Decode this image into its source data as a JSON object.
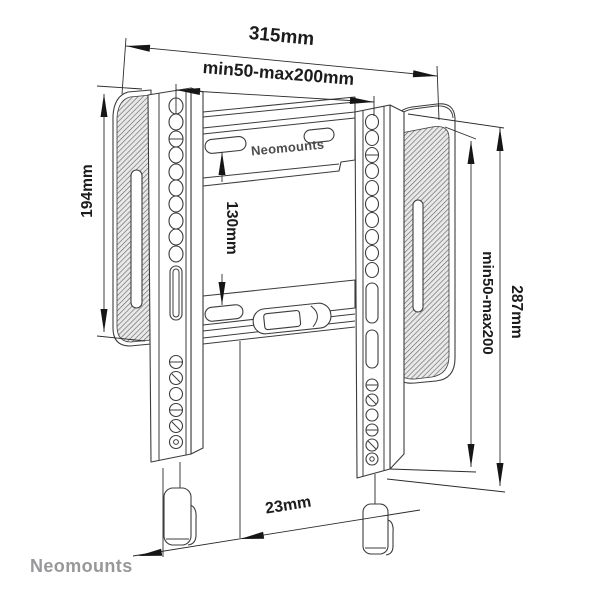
{
  "branding": {
    "plate_logo": "Neomounts",
    "footer_logo": "Neomounts"
  },
  "dimensions": {
    "total_width": "315mm",
    "vesa_width": "min50-max200mm",
    "pad_height": "194mm",
    "plate_height": "130mm",
    "vesa_height": "min50-max200",
    "total_height": "287mm",
    "wall_offset": "23mm"
  },
  "colors": {
    "line": "#3c3c3c",
    "dimension_text": "#1c1c1c",
    "plate_logo": "#4d4d4d",
    "footer_logo": "#97989a",
    "background": "#ffffff"
  }
}
